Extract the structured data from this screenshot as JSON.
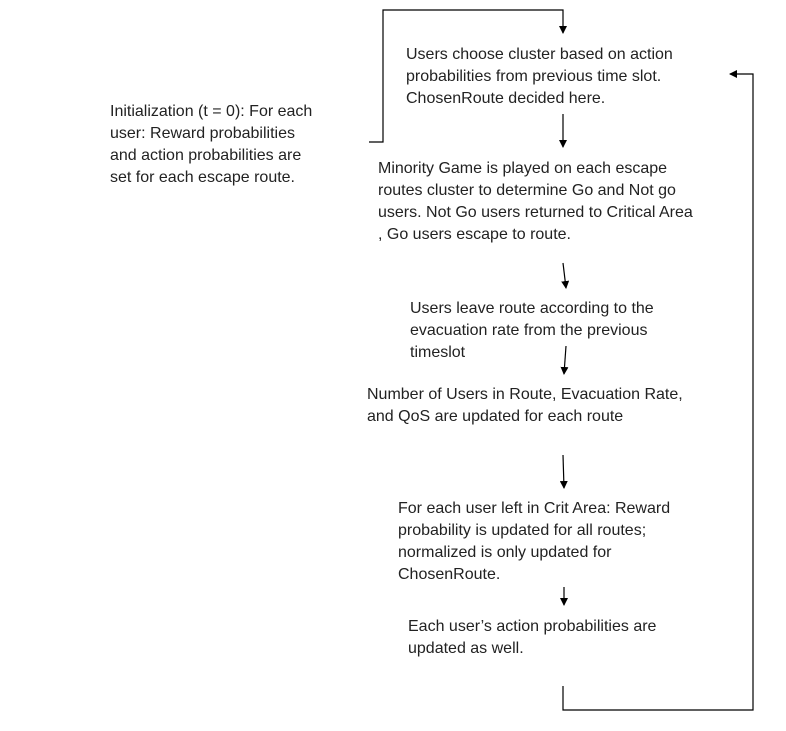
{
  "diagram": {
    "nodes": {
      "init": "Initialization (t = 0): For each\nuser: Reward probabilities\nand action probabilities are\nset for each escape route.",
      "choose_cluster": "Users choose cluster based on action\nprobabilities from previous time slot.\nChosenRoute decided here.",
      "minority_game": "Minority Game is played on each escape\nroutes cluster to determine Go and Not go\nusers. Not Go users returned to Critical Area\n, Go users escape to route.",
      "leave_route": "Users leave route according to the\nevacuation rate from the previous\ntimeslot",
      "update_route": "Number of Users in Route, Evacuation Rate,\nand QoS are updated for each route",
      "update_reward": "For each user left in Crit Area: Reward\nprobability is updated for all routes;\nnormalized is only updated for\nChosenRoute.",
      "update_action": "Each user’s action probabilities are\nupdated as well."
    },
    "colors": {
      "background": "#ffffff",
      "text": "#222222",
      "connector": "#000000"
    }
  }
}
